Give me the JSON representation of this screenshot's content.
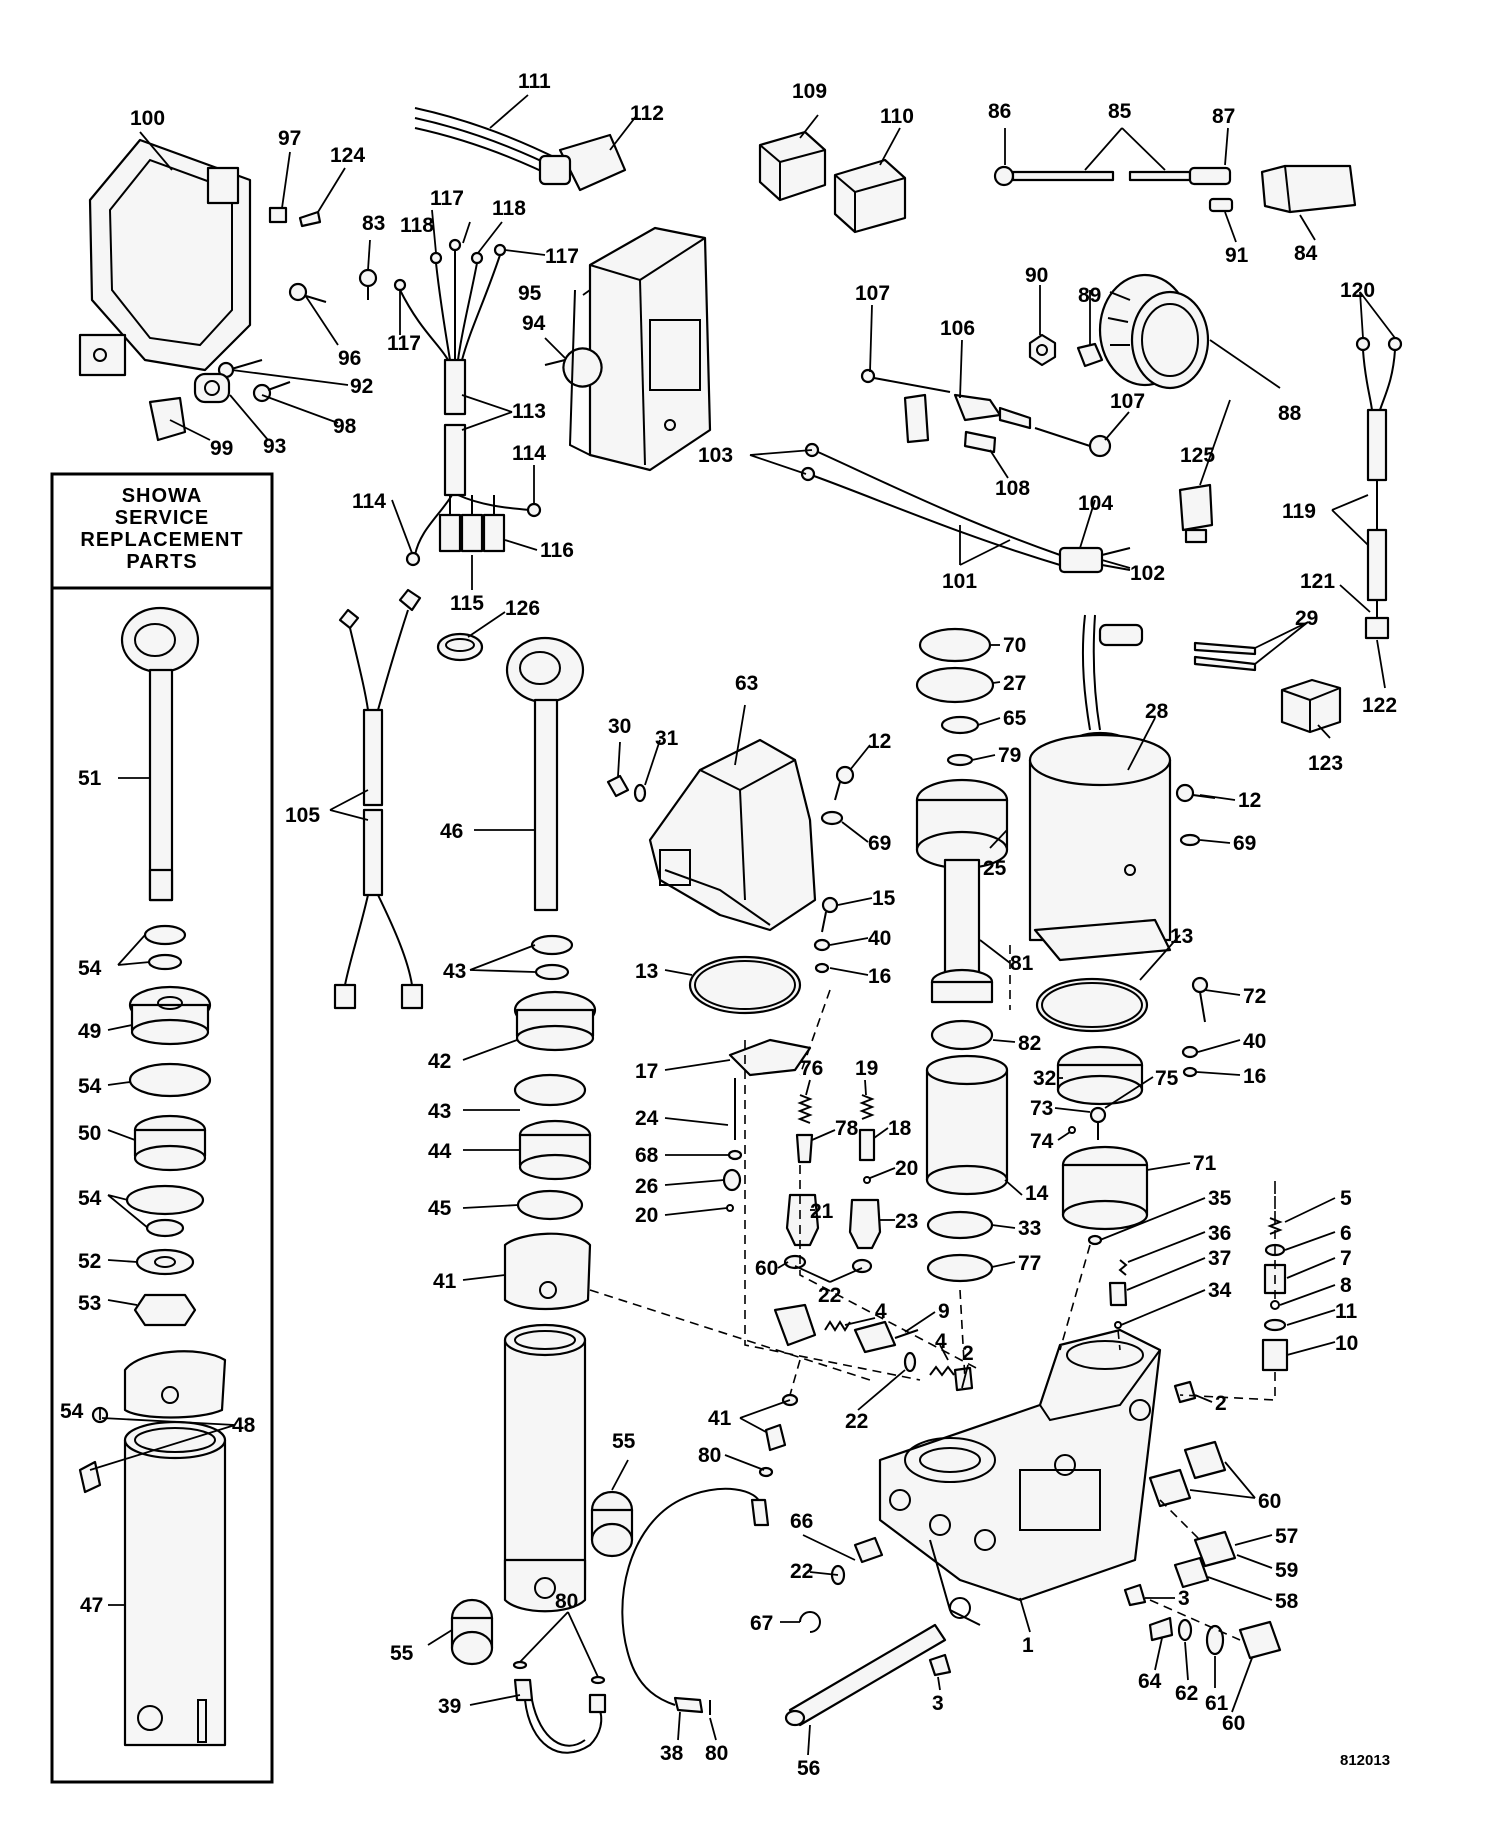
{
  "service_box": {
    "line1": "SHOWA",
    "line2": "SERVICE",
    "line3": "REPLACEMENT",
    "line4": "PARTS"
  },
  "diagram_id": "812013",
  "callouts": [
    "1",
    "2",
    "3",
    "4",
    "5",
    "6",
    "7",
    "8",
    "9",
    "10",
    "11",
    "12",
    "13",
    "14",
    "15",
    "16",
    "17",
    "18",
    "19",
    "20",
    "21",
    "22",
    "23",
    "24",
    "25",
    "26",
    "27",
    "28",
    "29",
    "30",
    "31",
    "32",
    "33",
    "34",
    "35",
    "36",
    "37",
    "38",
    "39",
    "40",
    "41",
    "42",
    "43",
    "44",
    "45",
    "46",
    "47",
    "48",
    "49",
    "50",
    "51",
    "52",
    "53",
    "54",
    "55",
    "56",
    "57",
    "58",
    "59",
    "60",
    "61",
    "62",
    "63",
    "64",
    "65",
    "66",
    "67",
    "68",
    "69",
    "70",
    "71",
    "72",
    "73",
    "74",
    "75",
    "76",
    "77",
    "78",
    "79",
    "80",
    "81",
    "82",
    "83",
    "84",
    "85",
    "86",
    "87",
    "88",
    "89",
    "90",
    "91",
    "92",
    "93",
    "94",
    "95",
    "96",
    "97",
    "98",
    "99",
    "100",
    "101",
    "102",
    "103",
    "104",
    "105",
    "106",
    "107",
    "108",
    "109",
    "110",
    "111",
    "112",
    "113",
    "114",
    "115",
    "116",
    "117",
    "118",
    "119",
    "120",
    "121",
    "122",
    "123",
    "124",
    "125",
    "126"
  ]
}
